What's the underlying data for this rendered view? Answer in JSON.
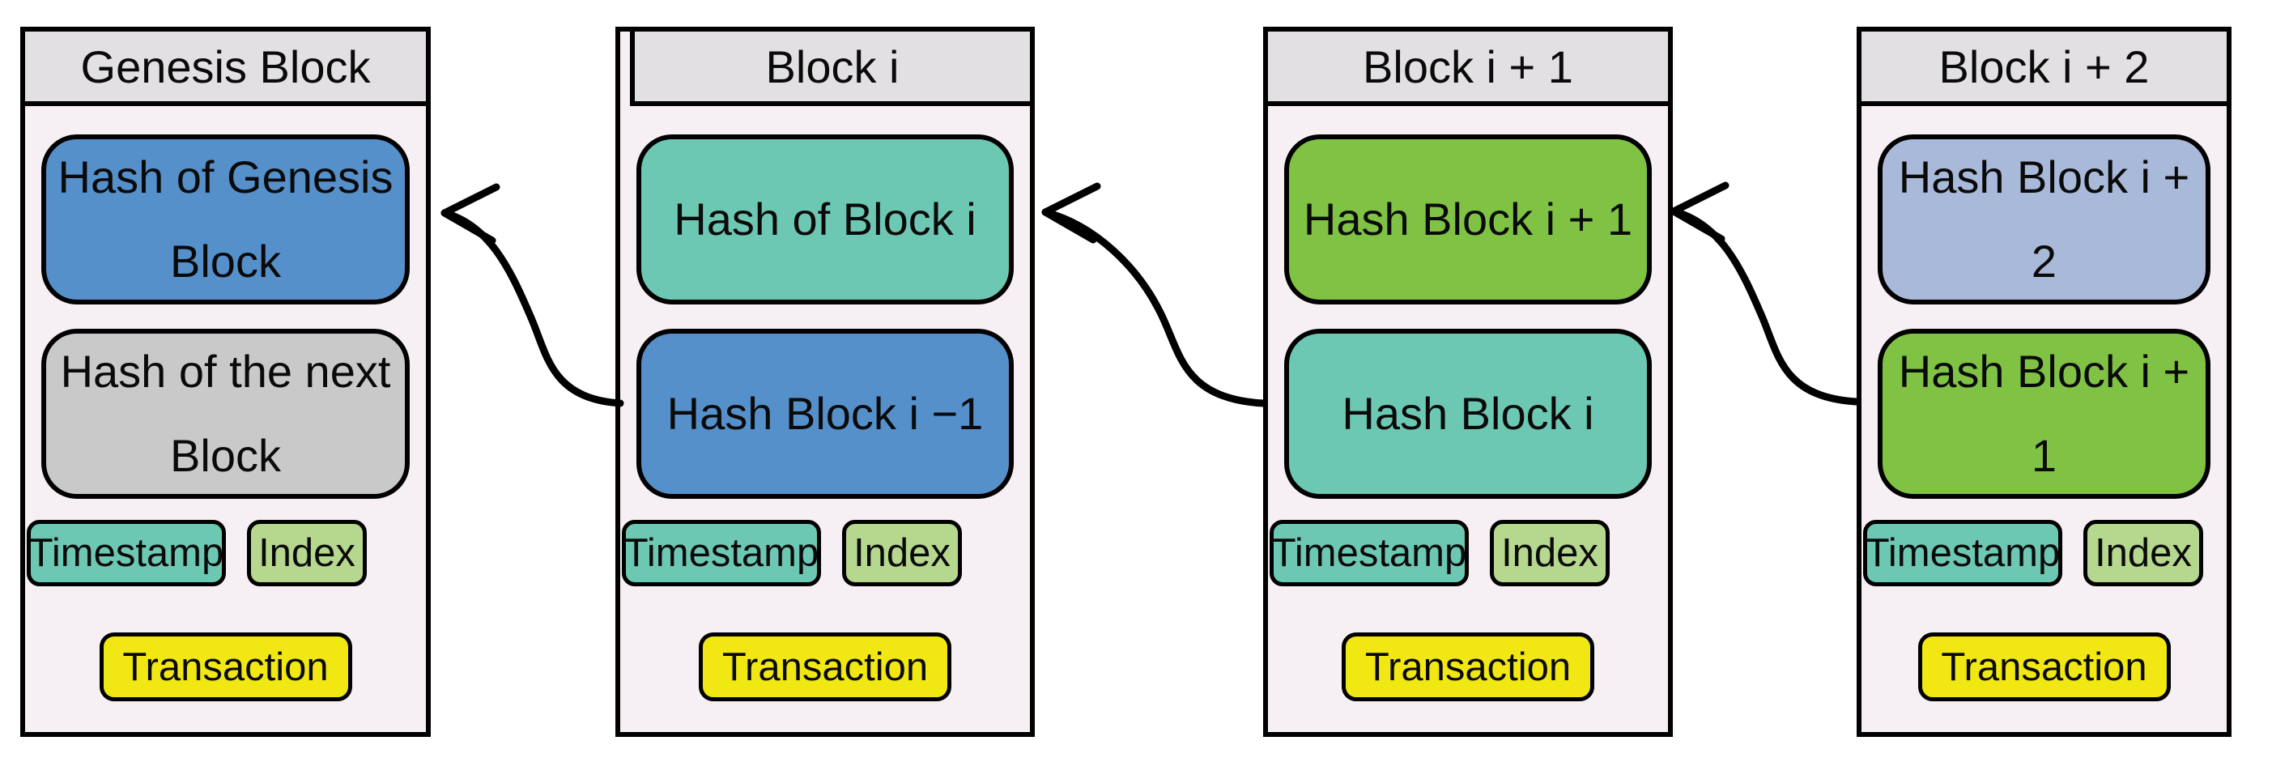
{
  "figure": {
    "background": "#ffffff",
    "palette": {
      "block_body": "#F6EFF4",
      "block_header": "#E2E0E3",
      "outline": "#000000",
      "blue": "#5590CB",
      "teal": "#6DC8B3",
      "green": "#80C344",
      "blue_gray": "#A9B9D9",
      "gray": "#C9C9C9",
      "light_green": "#B5D88E",
      "yellow": "#F1E712"
    },
    "blocks": [
      {
        "title": "Genesis Block",
        "hash_top": {
          "label": "Hash of Genesis\nBlock",
          "color": "#5590CB"
        },
        "hash_bottom": {
          "label": "Hash of the next\nBlock",
          "color": "#C9C9C9"
        },
        "timestamp_label": "Timestamp",
        "index_label": "Index",
        "transaction_label": "Transaction"
      },
      {
        "title": "Block i",
        "hash_top": {
          "label": "Hash of Block i",
          "color": "#6DC8B3"
        },
        "hash_bottom": {
          "label": "Hash Block i −1",
          "color": "#5590CB"
        },
        "timestamp_label": "Timestamp",
        "index_label": "Index",
        "transaction_label": "Transaction"
      },
      {
        "title": "Block i + 1",
        "hash_top": {
          "label": "Hash Block i + 1",
          "color": "#80C344"
        },
        "hash_bottom": {
          "label": "Hash Block i",
          "color": "#6DC8B3"
        },
        "timestamp_label": "Timestamp",
        "index_label": "Index",
        "transaction_label": "Transaction"
      },
      {
        "title": "Block i + 2",
        "hash_top": {
          "label": "Hash Block i + 2",
          "color": "#A9B9D9"
        },
        "hash_bottom": {
          "label": "Hash Block i + 1",
          "color": "#80C344"
        },
        "timestamp_label": "Timestamp",
        "index_label": "Index",
        "transaction_label": "Transaction"
      }
    ]
  }
}
